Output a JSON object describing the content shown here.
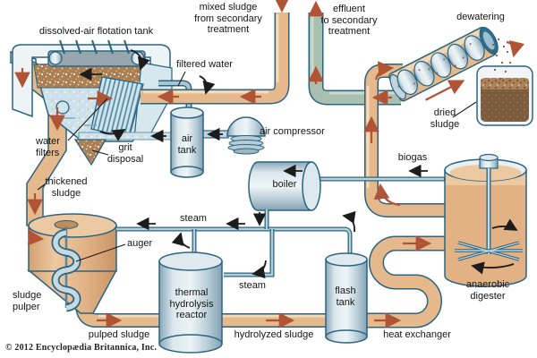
{
  "figure": {
    "type": "process-flow-diagram",
    "subject": "sludge treatment / thermal hydrolysis process"
  },
  "labels": {
    "dissolved_air_flotation_tank": "dissolved-air flotation tank",
    "mixed_sludge": "mixed sludge\nfrom secondary\ntreatment",
    "effluent": "effluent\nto secondary\ntreatment",
    "dewatering": "dewatering",
    "filtered_water": "filtered water",
    "air_compressor": "air compressor",
    "dried_sludge": "dried\nsludge",
    "water_filters": "water\nfilters",
    "grit_disposal": "grit\ndisposal",
    "air_tank": "air\ntank",
    "biogas": "biogas",
    "thickened_sludge": "thickened\nsludge",
    "boiler": "boiler",
    "steam_main": "steam",
    "steam_reactor": "steam",
    "auger": "auger",
    "anaerobic_digester": "anaerobic\ndigester",
    "sludge_pulper": "sludge\npulper",
    "thermal_hydrolysis_reactor": "thermal\nhydrolysis\nreactor",
    "flash_tank": "flash\ntank",
    "pulped_sludge": "pulped sludge",
    "hydrolyzed_sludge": "hydrolyzed sludge",
    "heat_exchanger": "heat exchanger",
    "copyright": "© 2012 Encyclopædia Britannica, Inc."
  },
  "colors": {
    "outline": "#2a6480",
    "pipe_sludge_tan": "#e6b98d",
    "pipe_effluent_green": "#a9c0b1",
    "pipe_steam_blue": "#b7cfd9",
    "equipment_steel": "#c2d4de",
    "sludge_brown": "#ab7f54",
    "dried_sludge_brown": "#7c5c3e",
    "digester_liquid": "#e2b184",
    "hot_flow_arrow_red": "#b05435",
    "flow_arrow_black": "#1c1c1c",
    "background": "#ffffff"
  }
}
